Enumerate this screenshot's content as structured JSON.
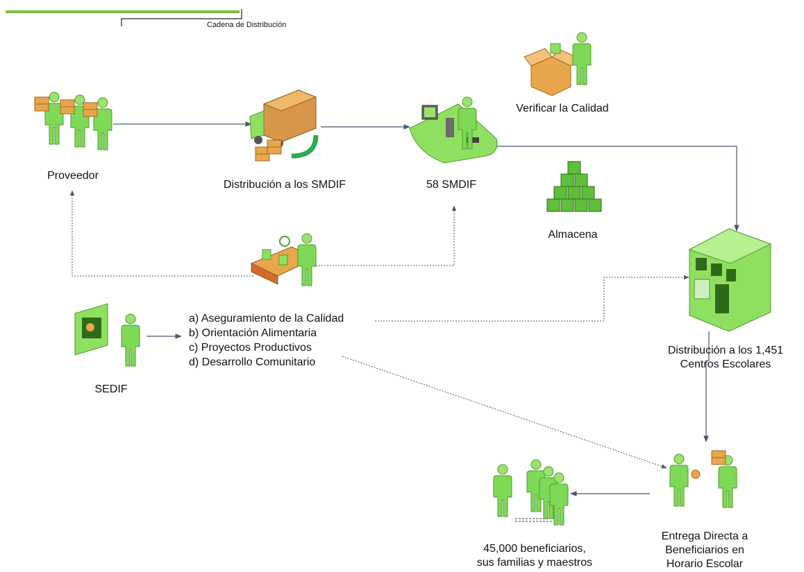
{
  "header": {
    "title": "Cadena de Distribución",
    "accent_color": "#7ac143"
  },
  "nodes": {
    "proveedor": "Proveedor",
    "distribucion_smdif": "Distribución a los SMDIF",
    "smdif": "58 SMDIF",
    "verificar": "Verificar la Calidad",
    "almacena": "Almacena",
    "centros_line1": "Distribución a los 1,451",
    "centros_line2": "Centros Escolares",
    "sedif": "SEDIF",
    "entrega_line1": "Entrega Directa a",
    "entrega_line2": "Beneficiarios en",
    "entrega_line3": "Horario Escolar",
    "beneficiarios_line1": "45,000 beneficiarios,",
    "beneficiarios_line2": "sus familias y maestros"
  },
  "sedif_actions": [
    "a) Aseguramiento de la Calidad",
    "b) Orientación Alimentaria",
    "c) Proyectos Productivos",
    "d) Desarrollo Comunitario"
  ],
  "colors": {
    "figure_green": "#7ed957",
    "figure_dark": "#4f9a2c",
    "box_orange": "#e9a64b",
    "arrow": "#4a5670"
  },
  "icons": [
    "worker-with-boxes-icon",
    "truck-icon",
    "computer-desk-icon",
    "open-box-icon",
    "stacked-crates-icon",
    "building-icon",
    "presentation-board-icon",
    "conveyor-inspection-icon",
    "people-group-icon"
  ]
}
